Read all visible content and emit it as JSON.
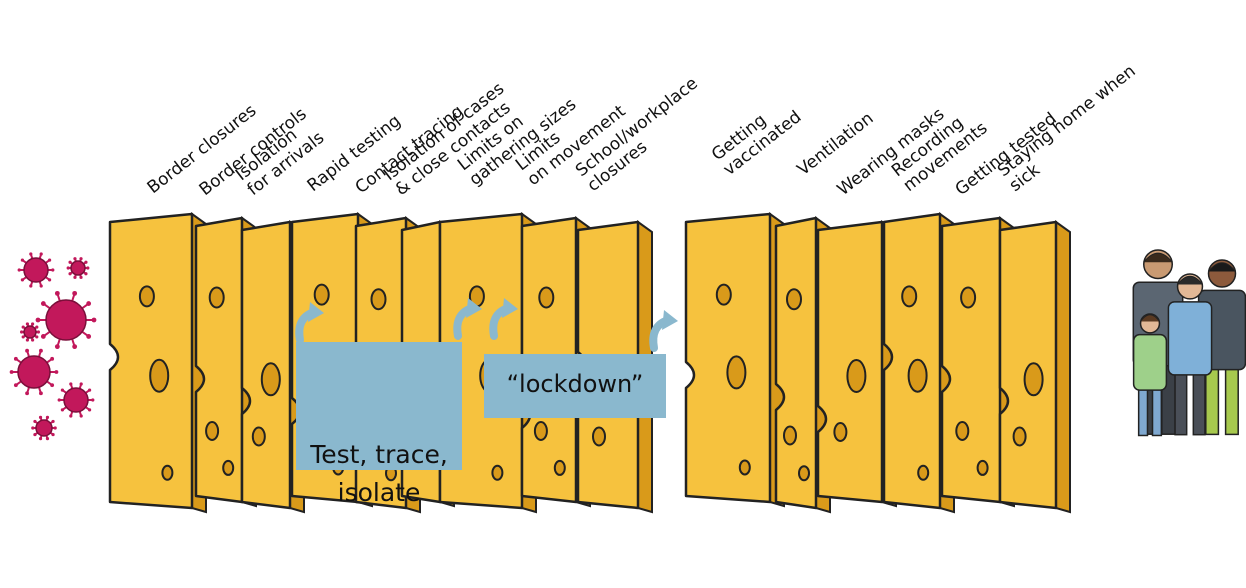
{
  "diagram": {
    "slice_labels": [
      "Border closures",
      "Border controls",
      "Isolation\nfor arrivals",
      "Rapid testing",
      "Contact tracing",
      "Isolation of cases\n& close contacts",
      "Limits on\ngathering sizes",
      "Limits\non movement",
      "School/workplace\nclosures",
      "Getting\nvaccinated",
      "Ventilation",
      "Wearing masks",
      "Recording\nmovements",
      "Getting tested",
      "Staying home when\nsick"
    ],
    "callouts": {
      "test_trace_isolate": "Test, trace,\nisolate",
      "lockdown": "“lockdown”"
    },
    "colors": {
      "cheese": "#f6c23e",
      "cheese_edge": "#d99a1a",
      "callout": "#8ab8ce",
      "virus": "#c2185b"
    },
    "icons": {
      "virus": "virus-icon",
      "people": "family-group-icon",
      "arrow": "curved-arrow-icon"
    }
  }
}
